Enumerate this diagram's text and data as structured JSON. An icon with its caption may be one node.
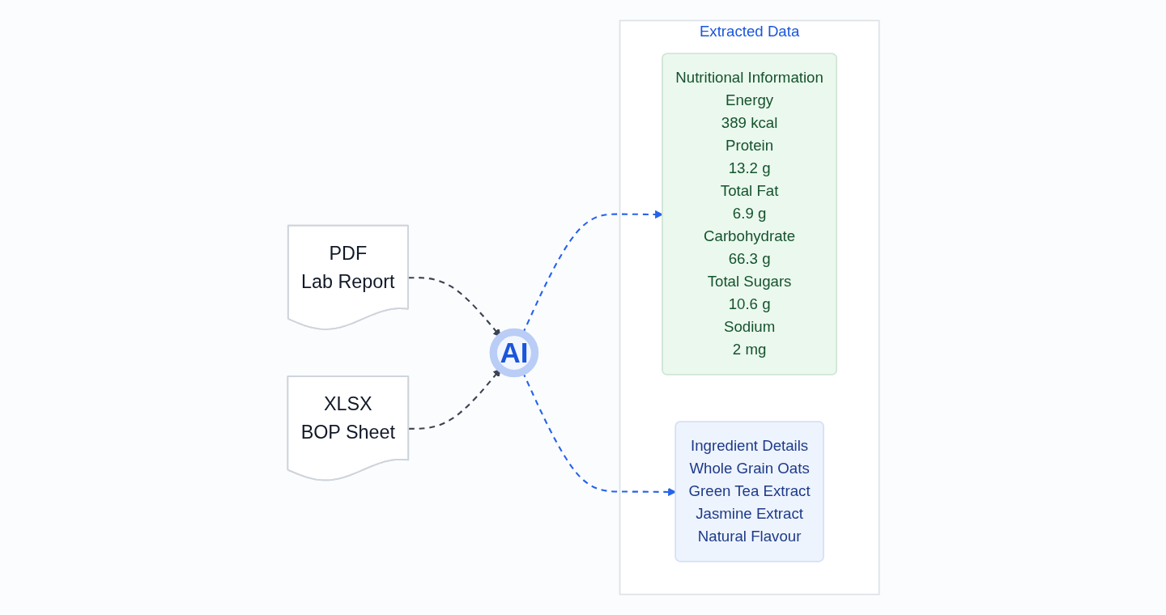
{
  "diagram": {
    "nodes": [
      {
        "text": [
          "PDF",
          "Lab Report"
        ]
      },
      {
        "text": [
          "XLSX",
          "BOP Sheet"
        ]
      },
      {
        "text": [
          "AI"
        ]
      },
      {
        "text": [
          "Extracted Data"
        ]
      },
      {
        "text": [
          "Nutritional Information",
          "Energy",
          "389 kcal",
          "Protein",
          "13.2 g",
          "Total Fat",
          "6.9 g",
          "Carbohydrate",
          "66.3 g",
          "Total Sugars",
          "10.6 g",
          "Sodium",
          "2 mg"
        ],
        "in": 3
      },
      {
        "text": [
          "Ingredient Details",
          "Whole Grain Oats",
          "Green Tea Extract",
          "Jasmine Extract",
          "Natural Flavour"
        ],
        "in": 3
      }
    ],
    "edges": [
      {
        "from": 0,
        "to": 2,
        "arrow": "to",
        "style": "dashed"
      },
      {
        "from": 1,
        "to": 2,
        "arrow": "to",
        "style": "dashed"
      },
      {
        "from": 2,
        "to": 4,
        "arrow": "to",
        "style": "dashed",
        "color": "#2563eb"
      },
      {
        "from": 2,
        "to": 5,
        "arrow": "to",
        "style": "dashed",
        "color": "#2563eb"
      }
    ]
  }
}
